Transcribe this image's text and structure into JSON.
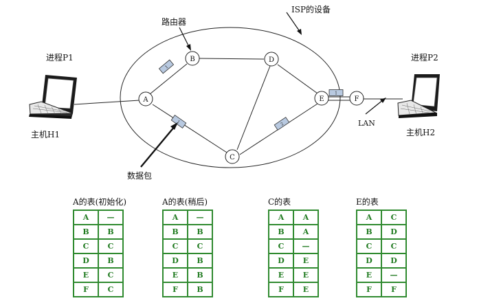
{
  "labels": {
    "isp": "ISP的设备",
    "router": "路由器",
    "process_p1": "进程P1",
    "process_p2": "进程P2",
    "host_h1": "主机H1",
    "host_h2": "主机H2",
    "lan": "LAN",
    "packet": "数据包"
  },
  "nodes": [
    "A",
    "B",
    "C",
    "D",
    "E",
    "F"
  ],
  "packet_marks": [
    "1",
    "1",
    "2",
    "1"
  ],
  "tables": [
    {
      "title": "A的表(初始化)",
      "rows": [
        [
          "A",
          "—"
        ],
        [
          "B",
          "B"
        ],
        [
          "C",
          "C"
        ],
        [
          "D",
          "B"
        ],
        [
          "E",
          "C"
        ],
        [
          "F",
          "C"
        ]
      ]
    },
    {
      "title": "A的表(稍后)",
      "rows": [
        [
          "A",
          "—"
        ],
        [
          "B",
          "B"
        ],
        [
          "C",
          "C"
        ],
        [
          "D",
          "B"
        ],
        [
          "E",
          "B"
        ],
        [
          "F",
          "B"
        ]
      ]
    },
    {
      "title": "C的表",
      "rows": [
        [
          "A",
          "A"
        ],
        [
          "B",
          "A"
        ],
        [
          "C",
          "—"
        ],
        [
          "D",
          "E"
        ],
        [
          "E",
          "E"
        ],
        [
          "F",
          "E"
        ]
      ]
    },
    {
      "title": "E的表",
      "rows": [
        [
          "A",
          "C"
        ],
        [
          "B",
          "D"
        ],
        [
          "C",
          "C"
        ],
        [
          "D",
          "D"
        ],
        [
          "E",
          "—"
        ],
        [
          "F",
          "F"
        ]
      ]
    }
  ],
  "colors": {
    "table_border": "#2f8a2f",
    "table_text": "#1f7a1f",
    "line": "#222222"
  }
}
